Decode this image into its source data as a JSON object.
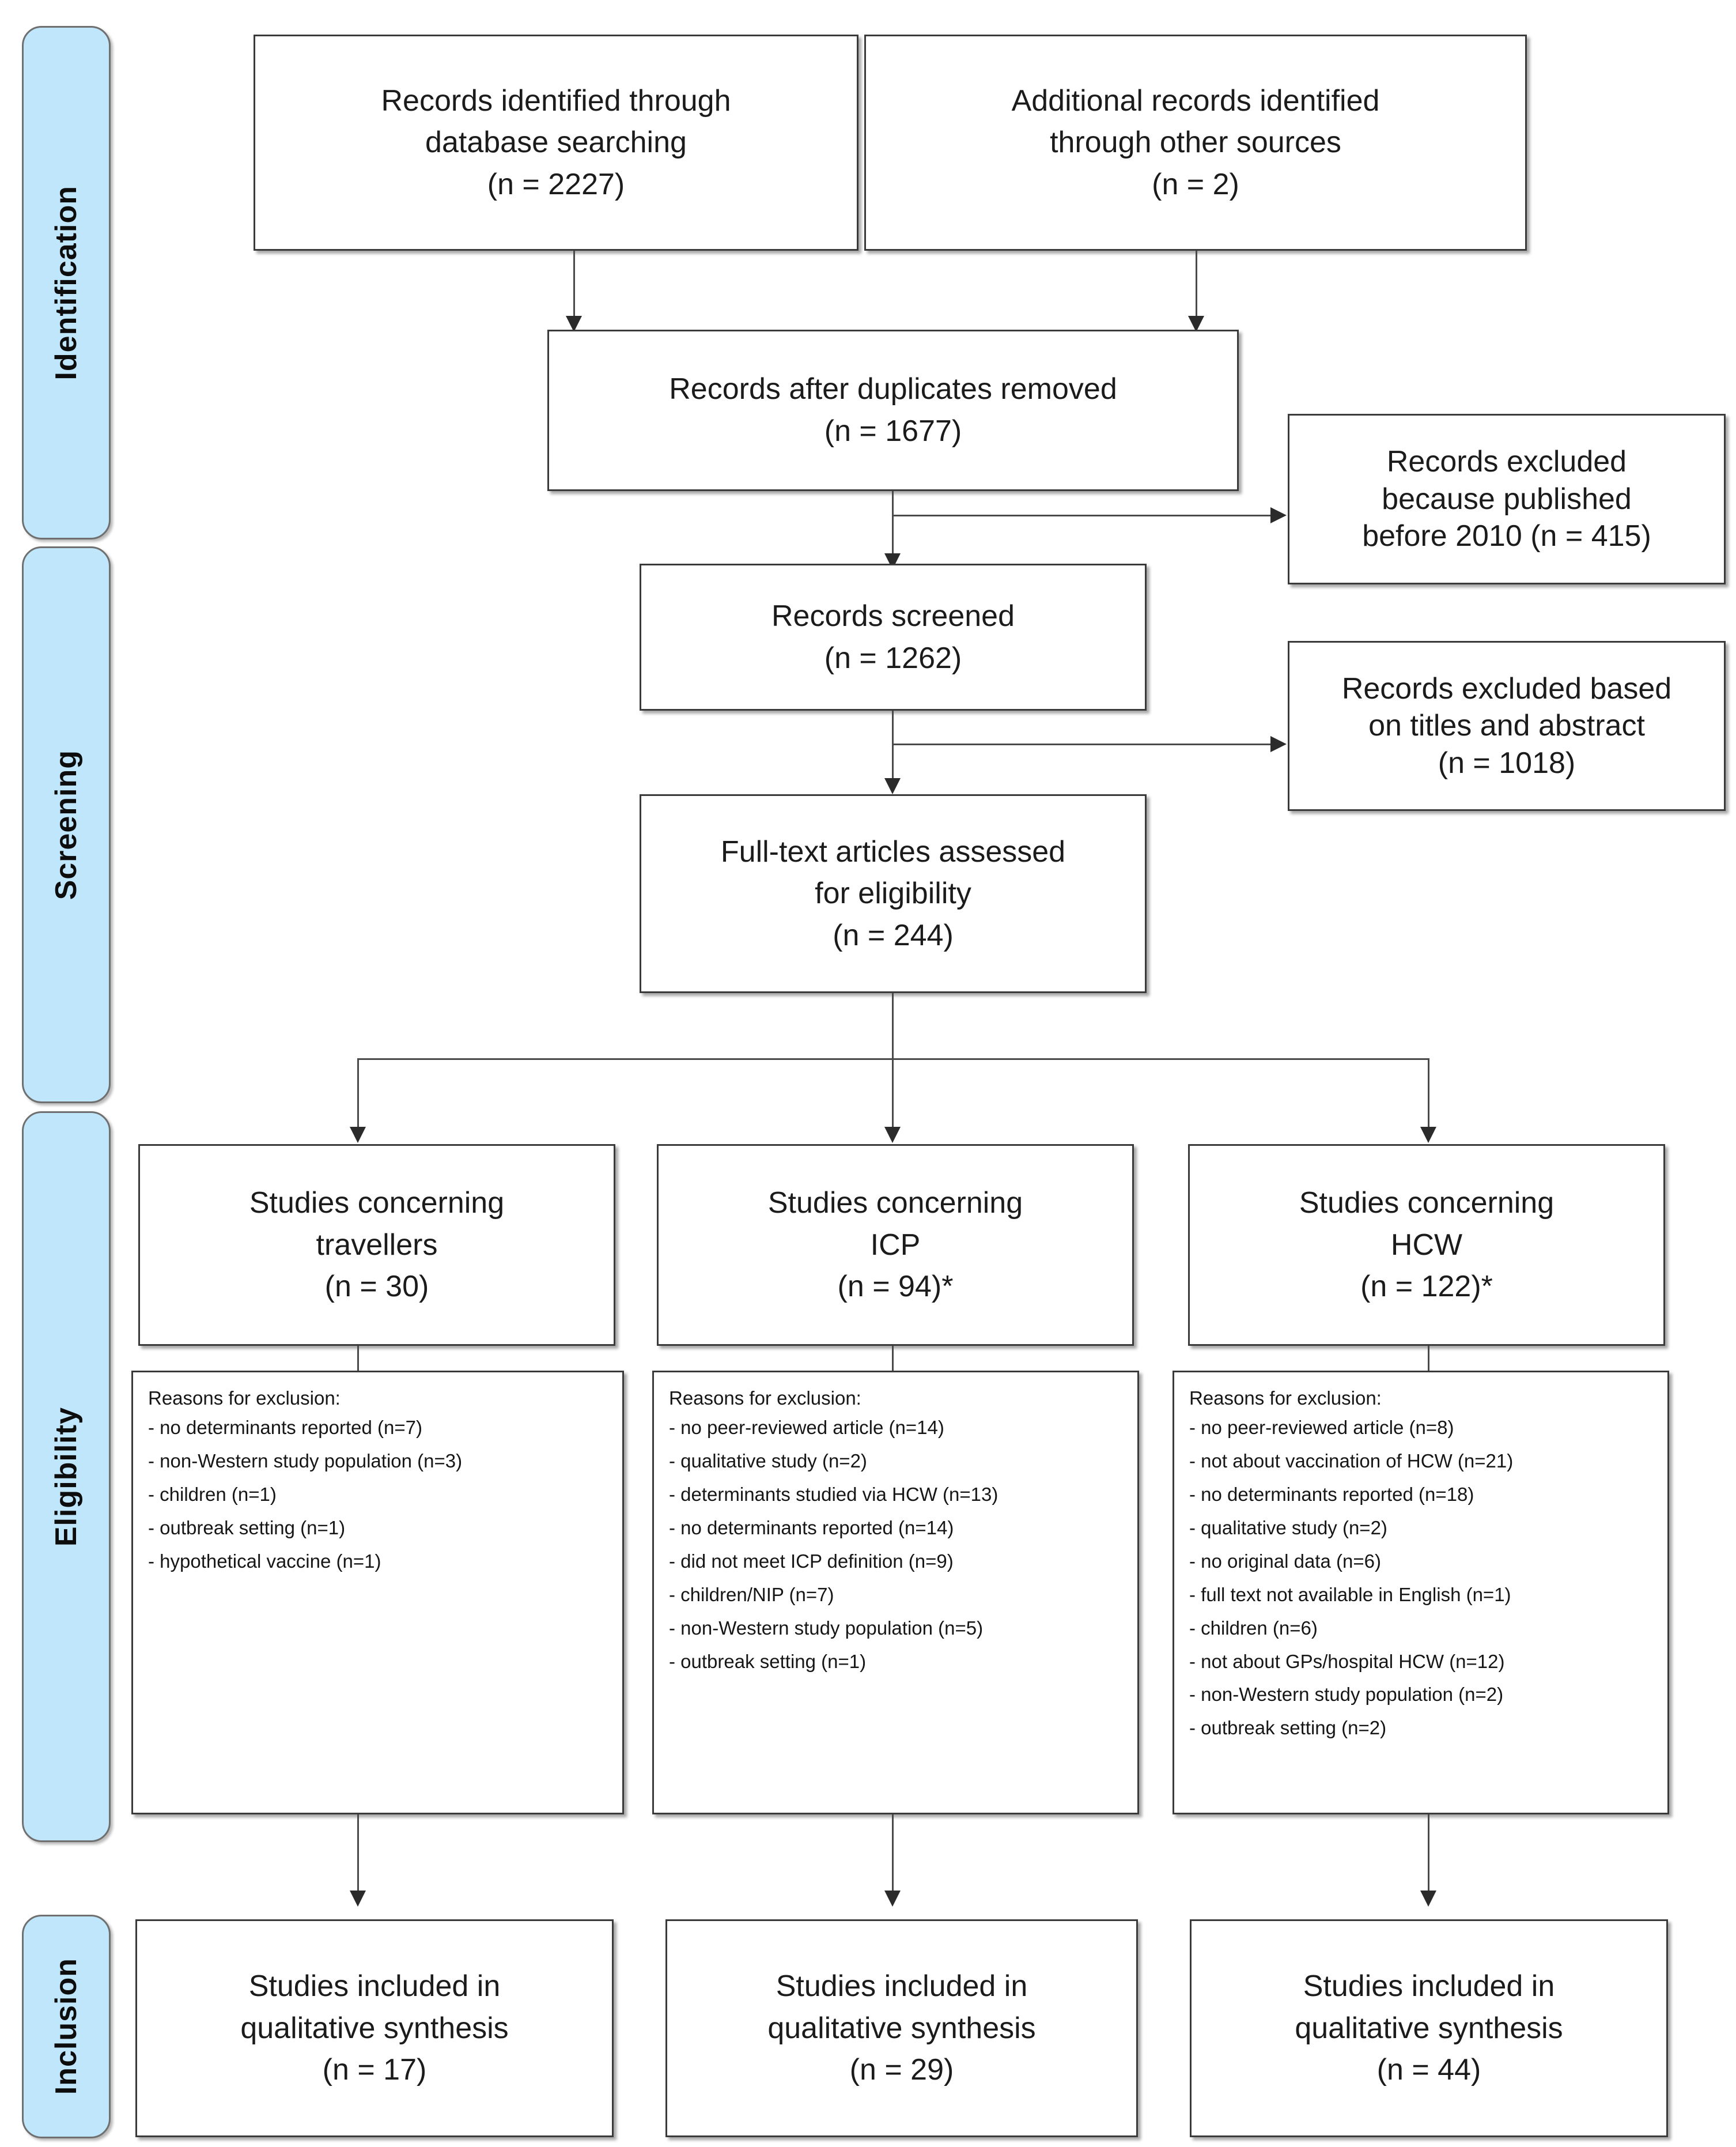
{
  "diagram": {
    "title": "PRISMA study selection flow diagram",
    "accent_color": "#bfe6fb",
    "border_color": "#3a3a3a",
    "stages": [
      {
        "label": "Identification"
      },
      {
        "label": "Screening"
      },
      {
        "label": "Eligibility"
      },
      {
        "label": "Inclusion"
      }
    ],
    "boxes": {
      "db_search": {
        "l1": "Records identified through",
        "l2": "database searching",
        "l3": "(n = 2227)"
      },
      "other_sources": {
        "l1": "Additional records identified",
        "l2": "through other sources",
        "l3": "(n = 2)"
      },
      "after_duplicates": {
        "l1": "Records after duplicates removed",
        "l2": "(n = 1677)"
      },
      "excluded_before_2010": {
        "l1": "Records excluded",
        "l2": "because published",
        "l3": "before 2010 (n = 415)"
      },
      "records_screened": {
        "l1": "Records screened",
        "l2": "(n = 1262)"
      },
      "excluded_titles_abstract": {
        "l1": "Records excluded based",
        "l2": "on titles and abstract",
        "l3": "(n = 1018)"
      },
      "fulltext_assessed": {
        "l1": "Full-text articles assessed",
        "l2": "for eligibility",
        "l3": "(n = 244)"
      },
      "studies_travellers": {
        "l1": "Studies concerning",
        "l2": "travellers",
        "l3": "(n = 30)"
      },
      "studies_icp": {
        "l1": "Studies concerning",
        "l2": "ICP",
        "l3": "(n = 94)*"
      },
      "studies_hcw": {
        "l1": "Studies concerning",
        "l2": "HCW",
        "l3": "(n = 122)*"
      },
      "included_travellers": {
        "l1": "Studies included in",
        "l2": "qualitative synthesis",
        "l3": "(n = 17)"
      },
      "included_icp": {
        "l1": "Studies included in",
        "l2": "qualitative synthesis",
        "l3": "(n = 29)"
      },
      "included_hcw": {
        "l1": "Studies included in",
        "l2": "qualitative synthesis",
        "l3": "(n = 44)"
      }
    },
    "reasons": {
      "travellers": {
        "title": "Reasons for exclusion:",
        "items": [
          "- no determinants reported (n=7)",
          "- non-Western study population (n=3)",
          "- children (n=1)",
          "- outbreak setting (n=1)",
          "- hypothetical vaccine (n=1)"
        ]
      },
      "icp": {
        "title": "Reasons for exclusion:",
        "items": [
          "- no peer-reviewed article (n=14)",
          "- qualitative study (n=2)",
          "- determinants studied via HCW (n=13)",
          "- no determinants reported (n=14)",
          "- did not meet ICP definition (n=9)",
          "- children/NIP (n=7)",
          "- non-Western study population (n=5)",
          "- outbreak setting (n=1)"
        ]
      },
      "hcw": {
        "title": "Reasons for exclusion:",
        "items": [
          "- no peer-reviewed article (n=8)",
          "- not about vaccination of HCW (n=21)",
          "- no determinants reported (n=18)",
          "- qualitative study (n=2)",
          "- no original data (n=6)",
          "- full text not available in English (n=1)",
          "- children (n=6)",
          "- not about GPs/hospital HCW (n=12)",
          "- non-Western study population (n=2)",
          "- outbreak setting (n=2)"
        ]
      }
    }
  }
}
